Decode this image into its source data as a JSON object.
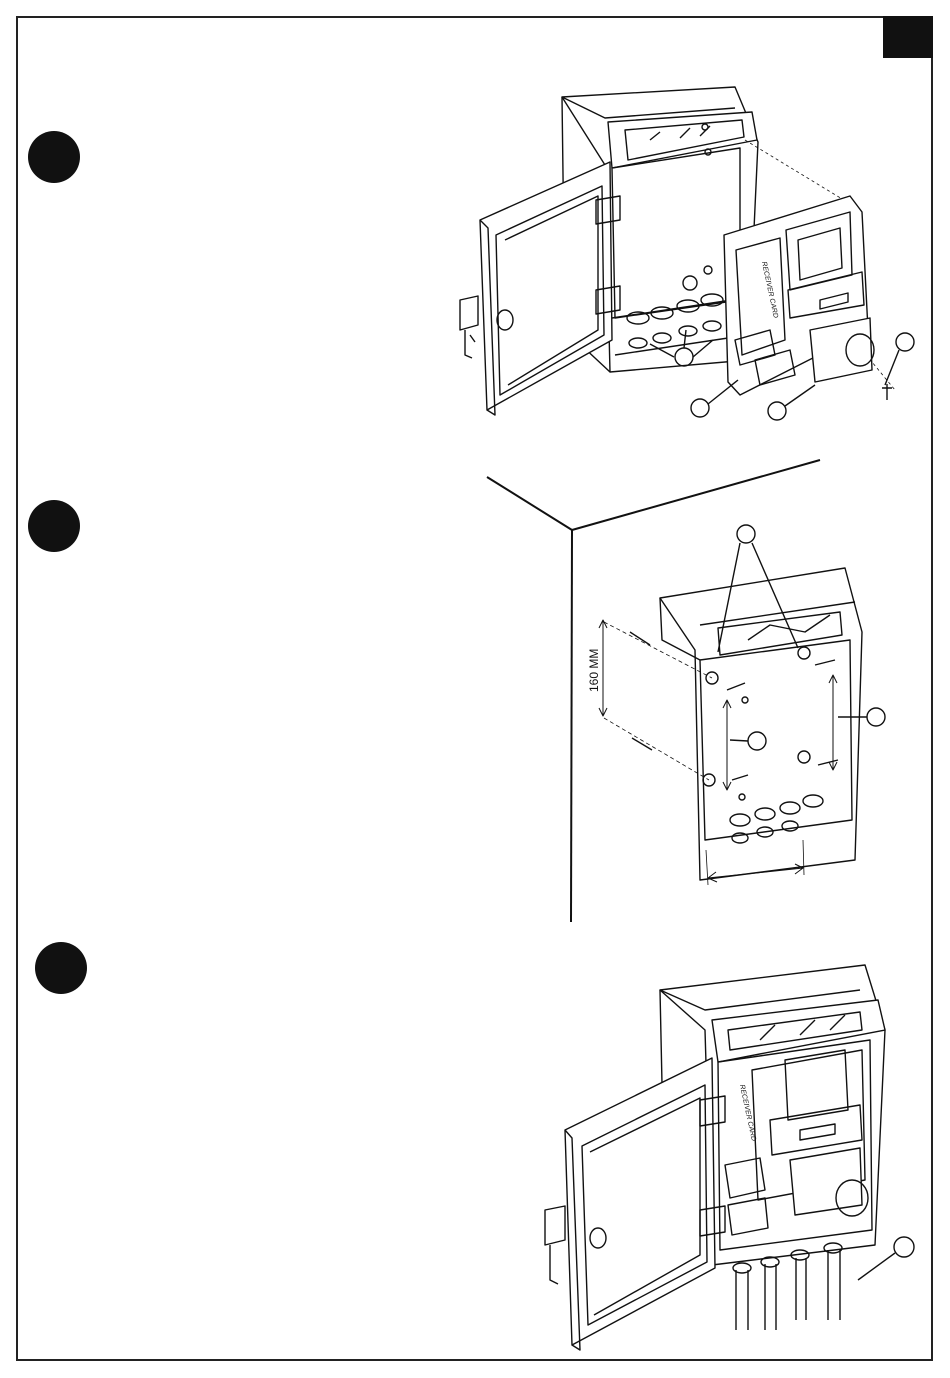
{
  "page": {
    "colors": {
      "ink": "#111111",
      "paper": "#ffffff"
    }
  },
  "steps": [
    {
      "id": "step-1",
      "icon": "step-bullet-icon"
    },
    {
      "id": "step-2",
      "icon": "step-bullet-icon"
    },
    {
      "id": "step-3",
      "icon": "step-bullet-icon"
    }
  ],
  "figure1": {
    "board_label": "RECEIVER CARD"
  },
  "figure2": {
    "dimension_label": "160 MM"
  },
  "figure3": {
    "board_label": "RECEIVER CARD"
  }
}
